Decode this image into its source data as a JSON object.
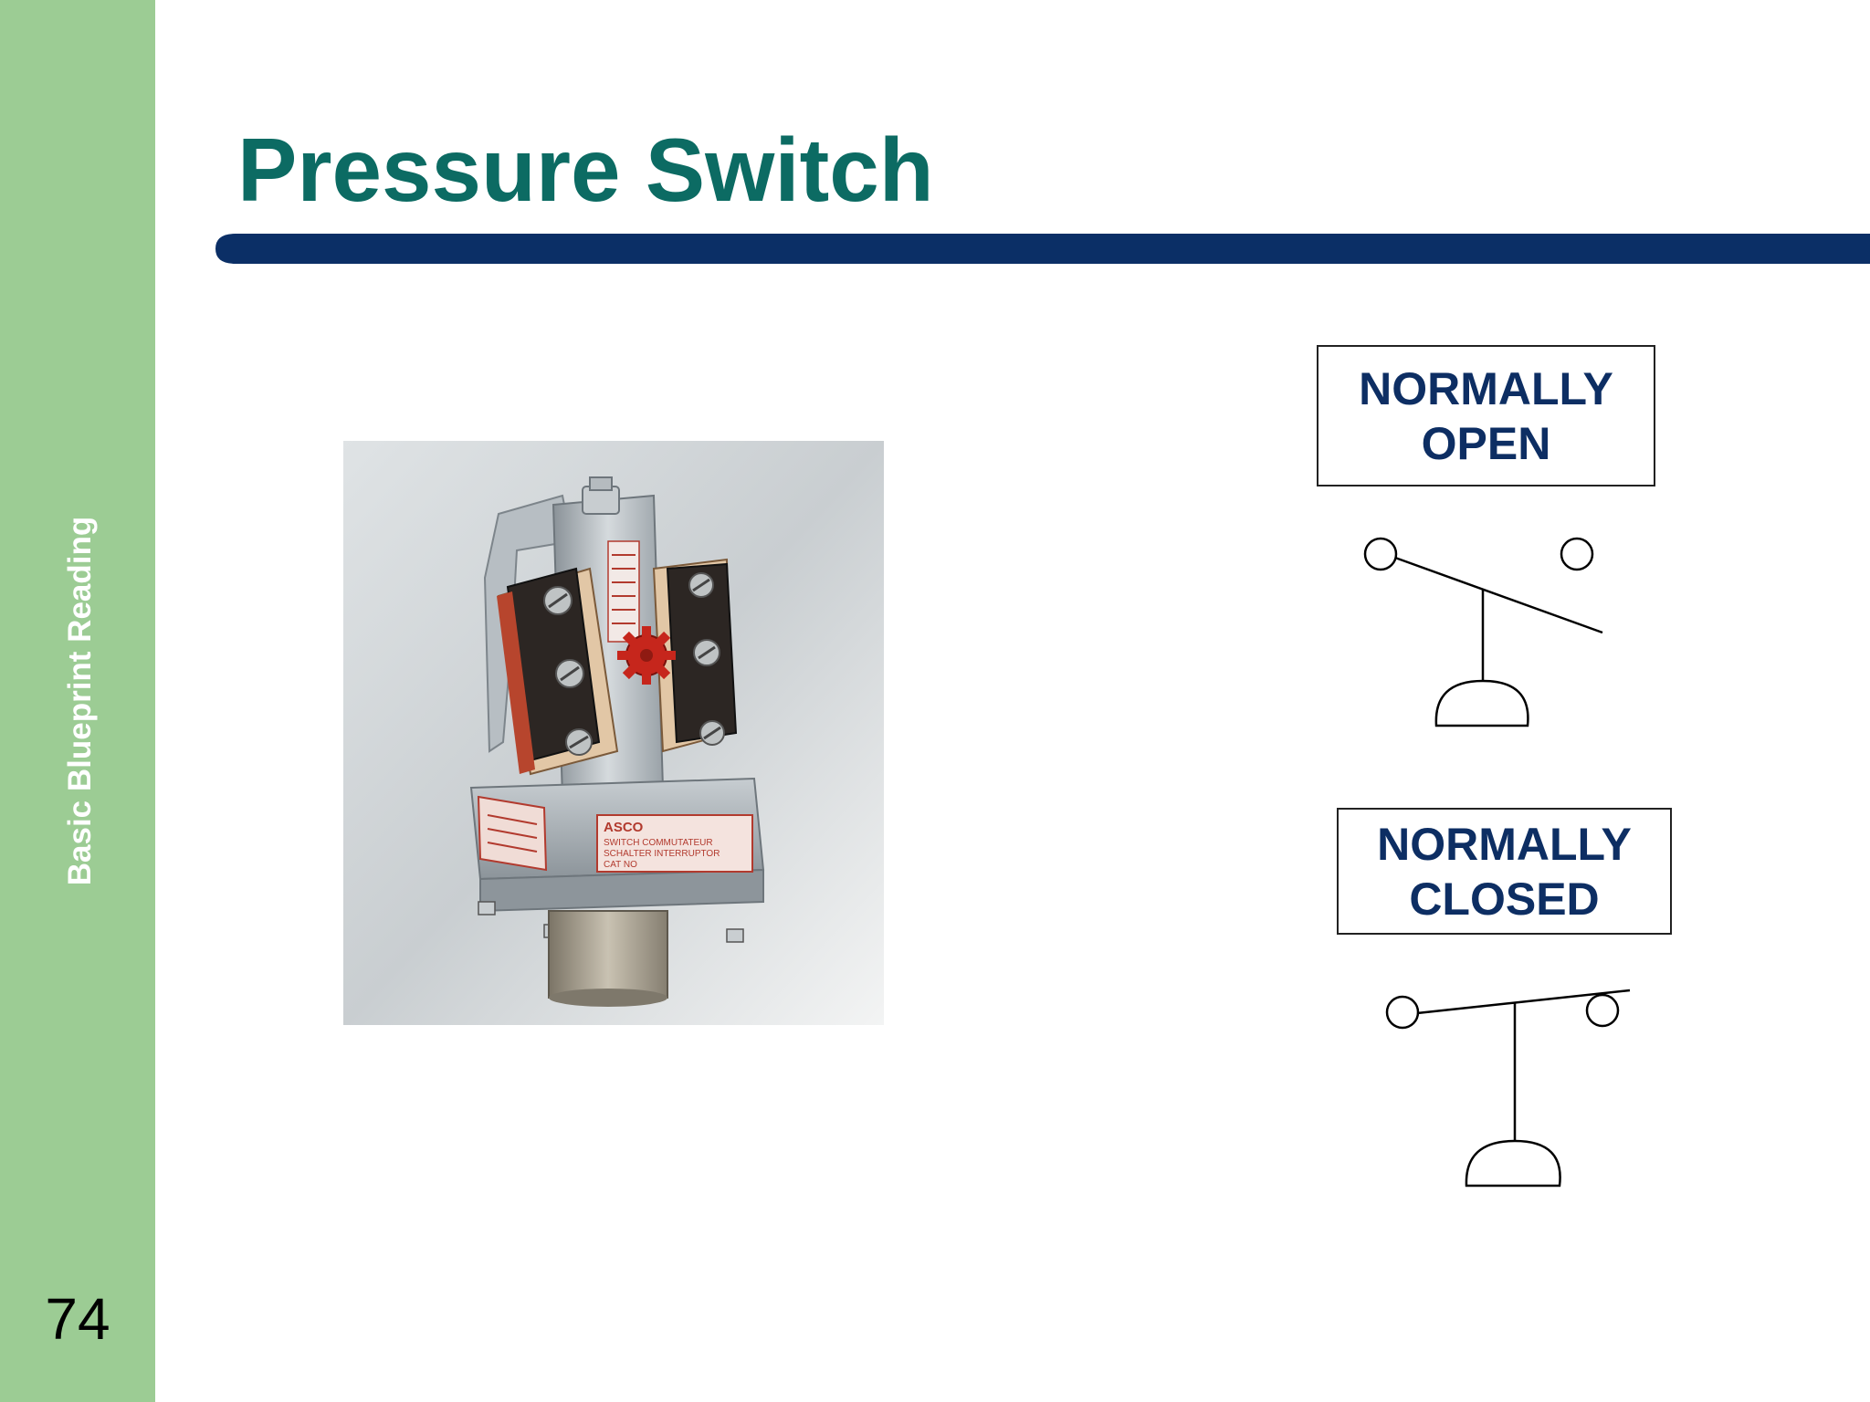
{
  "sidebar": {
    "label": "Basic Blueprint Reading",
    "page_number": "74",
    "color": "#9ccc94"
  },
  "slide": {
    "title": "Pressure Switch",
    "title_color": "#0c6b63",
    "rule_color": "#0b2f66"
  },
  "photo": {
    "subject": "pressure-switch-device",
    "nameplate": {
      "brand": "ASCO",
      "line1": "SWITCH COMMUTATEUR",
      "line2": "SCHALTER INTERRUPTOR",
      "line3": "CAT NO"
    }
  },
  "symbols": {
    "normally_open": {
      "line1": "NORMALLY",
      "line2": "OPEN"
    },
    "normally_closed": {
      "line1": "NORMALLY",
      "line2": "CLOSED"
    }
  }
}
